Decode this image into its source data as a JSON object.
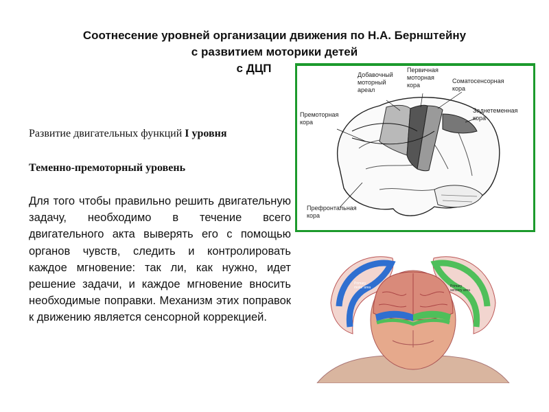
{
  "title": {
    "line1": "Соотнесение уровней организации движения по  Н.А. Бернштейну",
    "line2": "с развитием моторики детей",
    "line3": "с ДЦП"
  },
  "heading1": {
    "prefix": "Развитие двигательных функций ",
    "bold": "I уровня"
  },
  "heading2": "Теменно-премоторный уровень",
  "body": "Для того чтобы правильно решить двигательную задачу, необходимо в течение всего двигательного акта выверять его с помощью органов чувств, следить и контролировать каждое мгновение: так ли, как нужно, идет решение задачи, и каждое мгновение вносить необходимые поправки. Механизм этих поправок к движению является сенсорной коррекцией.",
  "figure1": {
    "labels": {
      "supplementary": [
        "Добавочный",
        "моторный",
        "ареал"
      ],
      "primary": [
        "Первичная",
        "моторная",
        "кора"
      ],
      "somatosensory": [
        "Соматосенсорная",
        "кора"
      ],
      "premotor": [
        "Премоторная",
        "кора"
      ],
      "posterior_parietal": [
        "Заднетеменная",
        "кора"
      ],
      "prefrontal": [
        "Префронтальная",
        "кора"
      ]
    },
    "border_color": "#1c9a2c"
  },
  "figure2": {
    "labels": {
      "motor_area": [
        "Primary",
        "motor area"
      ],
      "sensory_area": [
        "Primary",
        "sensory area"
      ]
    },
    "colors": {
      "motor": "#2f6fd0",
      "sensory": "#4fbf5a",
      "skin": "#e6a98c",
      "cortex": "#d98a7a"
    }
  }
}
